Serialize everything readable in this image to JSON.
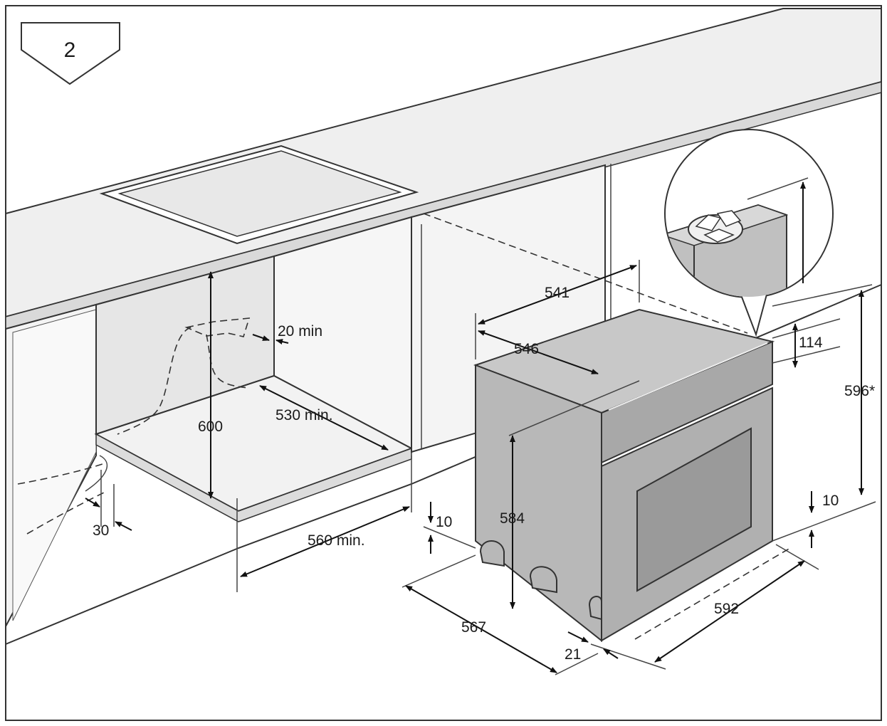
{
  "step": {
    "number": "2"
  },
  "dimensions": {
    "cabinet_height": "600",
    "rear_gap": "20 min",
    "cabinet_depth": "530 min.",
    "cabinet_width": "560 min.",
    "floor_gap": "30",
    "oven_top_width": "541",
    "oven_top_depth": "546",
    "panel_height": "114",
    "overall_height": "596*",
    "body_height": "584",
    "foot_clearance_left": "10",
    "foot_clearance_right": "10",
    "body_depth": "567",
    "front_thickness": "21",
    "front_width": "592"
  },
  "colors": {
    "line": "#333333",
    "cabinet_fill": "#e6e6e6",
    "oven_fill": "#b8b8b8",
    "oven_dark": "#9a9a9a"
  }
}
